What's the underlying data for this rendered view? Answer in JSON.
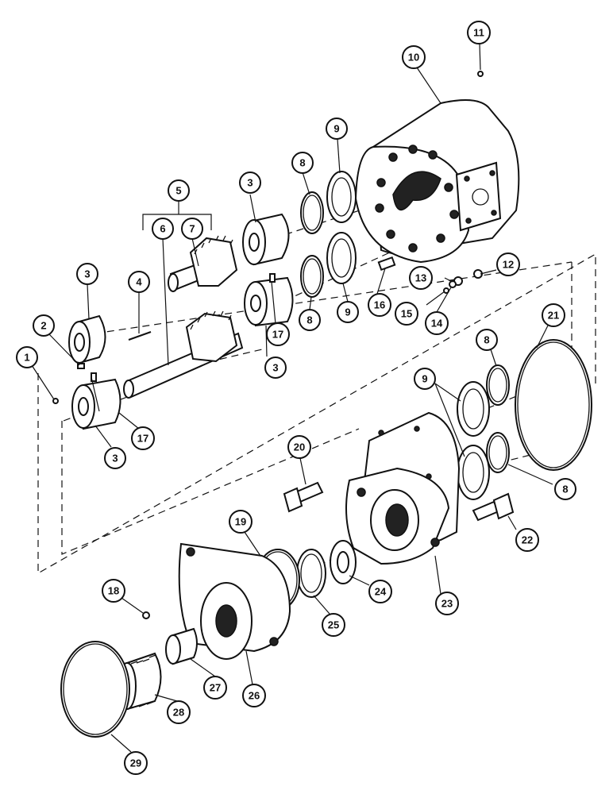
{
  "callouts": [
    {
      "id": "c1",
      "label": "1"
    },
    {
      "id": "c2",
      "label": "2"
    },
    {
      "id": "c3a",
      "label": "3"
    },
    {
      "id": "c3b",
      "label": "3"
    },
    {
      "id": "c3c",
      "label": "3"
    },
    {
      "id": "c3d",
      "label": "3"
    },
    {
      "id": "c4",
      "label": "4"
    },
    {
      "id": "c5",
      "label": "5"
    },
    {
      "id": "c6",
      "label": "6"
    },
    {
      "id": "c7",
      "label": "7"
    },
    {
      "id": "c8a",
      "label": "8"
    },
    {
      "id": "c8b",
      "label": "8"
    },
    {
      "id": "c8c",
      "label": "8"
    },
    {
      "id": "c8d",
      "label": "8"
    },
    {
      "id": "c9a",
      "label": "9"
    },
    {
      "id": "c9b",
      "label": "9"
    },
    {
      "id": "c9c",
      "label": "9"
    },
    {
      "id": "c10",
      "label": "10"
    },
    {
      "id": "c11",
      "label": "11"
    },
    {
      "id": "c12",
      "label": "12"
    },
    {
      "id": "c13",
      "label": "13"
    },
    {
      "id": "c14",
      "label": "14"
    },
    {
      "id": "c15",
      "label": "15"
    },
    {
      "id": "c16",
      "label": "16"
    },
    {
      "id": "c17a",
      "label": "17"
    },
    {
      "id": "c17b",
      "label": "17"
    },
    {
      "id": "c18",
      "label": "18"
    },
    {
      "id": "c19",
      "label": "19"
    },
    {
      "id": "c20",
      "label": "20"
    },
    {
      "id": "c21",
      "label": "21"
    },
    {
      "id": "c22",
      "label": "22"
    },
    {
      "id": "c23",
      "label": "23"
    },
    {
      "id": "c24",
      "label": "24"
    },
    {
      "id": "c25",
      "label": "25"
    },
    {
      "id": "c26",
      "label": "26"
    },
    {
      "id": "c27",
      "label": "27"
    },
    {
      "id": "c28",
      "label": "28"
    },
    {
      "id": "c29",
      "label": "29"
    }
  ]
}
